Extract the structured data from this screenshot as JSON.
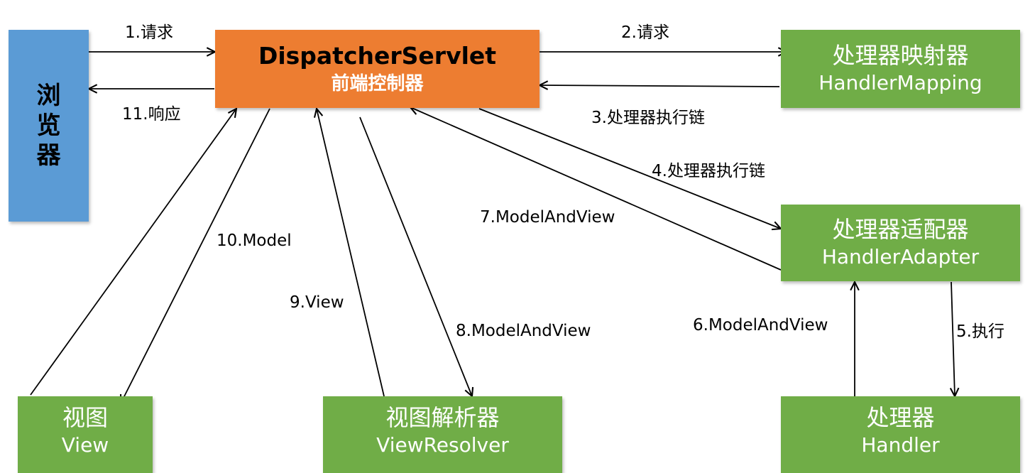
{
  "nodes": {
    "browser": {
      "label": "浏览器"
    },
    "dispatcher": {
      "title": "DispatcherServlet",
      "subtitle": "前端控制器"
    },
    "handler_mapping": {
      "cn": "处理器映射器",
      "en": "HandlerMapping"
    },
    "handler_adapter": {
      "cn": "处理器适配器",
      "en": "HandlerAdapter"
    },
    "handler": {
      "cn": "处理器",
      "en": "Handler"
    },
    "view": {
      "cn": "视图",
      "en": "View"
    },
    "view_resolver": {
      "cn": "视图解析器",
      "en": "ViewResolver"
    }
  },
  "edges": [
    {
      "id": "e1",
      "label": "1.请求",
      "from": "browser",
      "to": "dispatcher"
    },
    {
      "id": "e2",
      "label": "2.请求",
      "from": "dispatcher",
      "to": "handler_mapping"
    },
    {
      "id": "e3",
      "label": "3.处理器执行链",
      "from": "handler_mapping",
      "to": "dispatcher"
    },
    {
      "id": "e4",
      "label": "4.处理器执行链",
      "from": "dispatcher",
      "to": "handler_adapter"
    },
    {
      "id": "e5",
      "label": "5.执行",
      "from": "handler_adapter",
      "to": "handler"
    },
    {
      "id": "e6",
      "label": "6.ModelAndView",
      "from": "handler",
      "to": "handler_adapter"
    },
    {
      "id": "e7",
      "label": "7.ModelAndView",
      "from": "handler_adapter",
      "to": "dispatcher"
    },
    {
      "id": "e8",
      "label": "8.ModelAndView",
      "from": "dispatcher",
      "to": "view_resolver"
    },
    {
      "id": "e9",
      "label": "9.View",
      "from": "view_resolver",
      "to": "dispatcher"
    },
    {
      "id": "e10",
      "label": "10.Model",
      "from": "dispatcher",
      "to": "view"
    },
    {
      "id": "e11",
      "label": "11.响应",
      "from": "dispatcher",
      "to": "browser"
    }
  ],
  "colors": {
    "green": "#70ad47",
    "orange": "#ed7d31",
    "blue": "#5b9bd5",
    "arrow": "#000000"
  }
}
